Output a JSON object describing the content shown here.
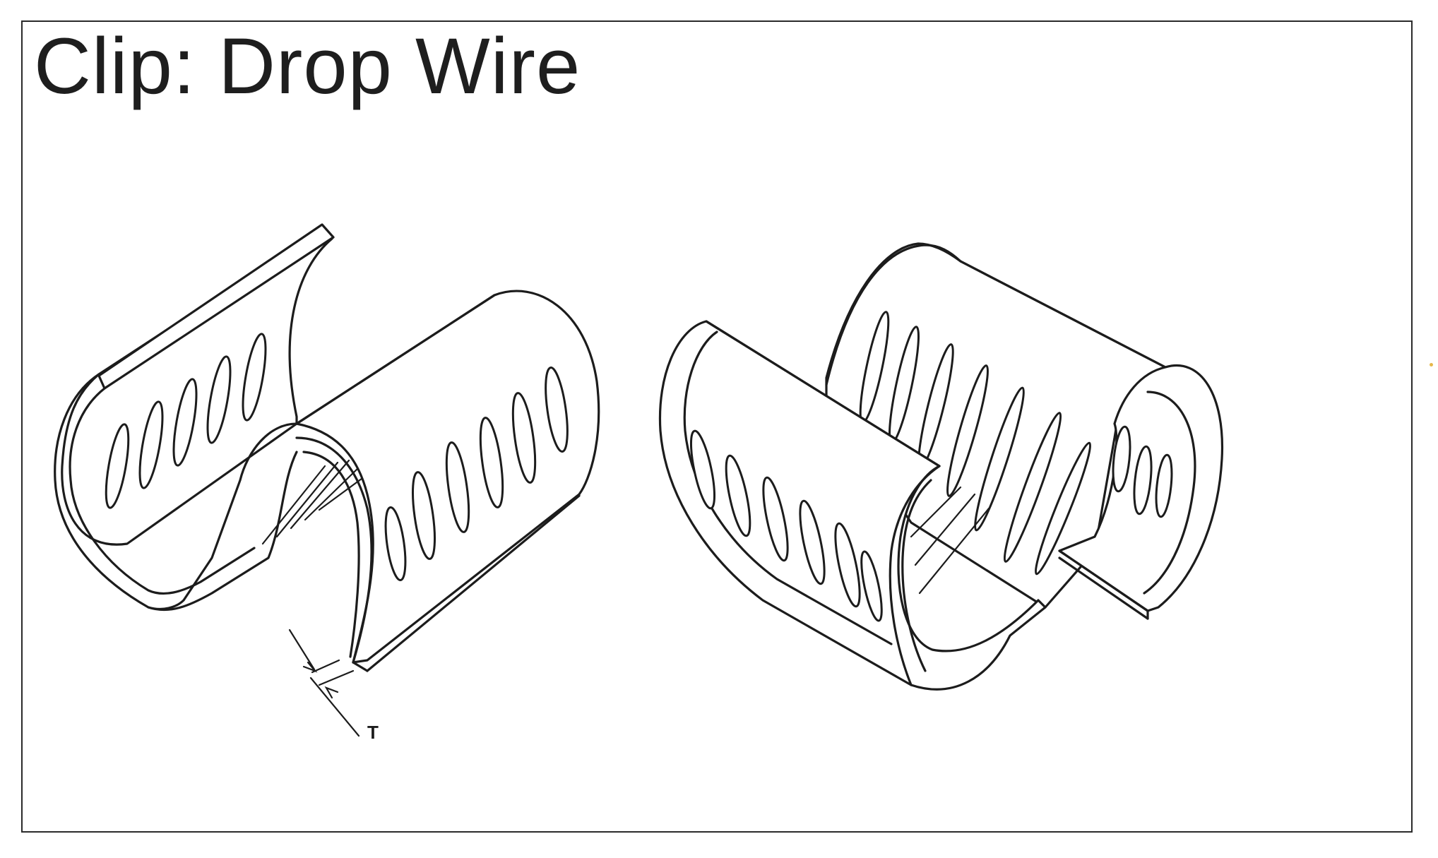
{
  "title": "Clip: Drop Wire",
  "dimension_label": "T",
  "figures": [
    {
      "name": "left-clip-view",
      "slot_count_back": 5,
      "slot_count_front": 6
    },
    {
      "name": "right-clip-view",
      "slot_count_back": 7,
      "slot_count_front": 6
    }
  ]
}
